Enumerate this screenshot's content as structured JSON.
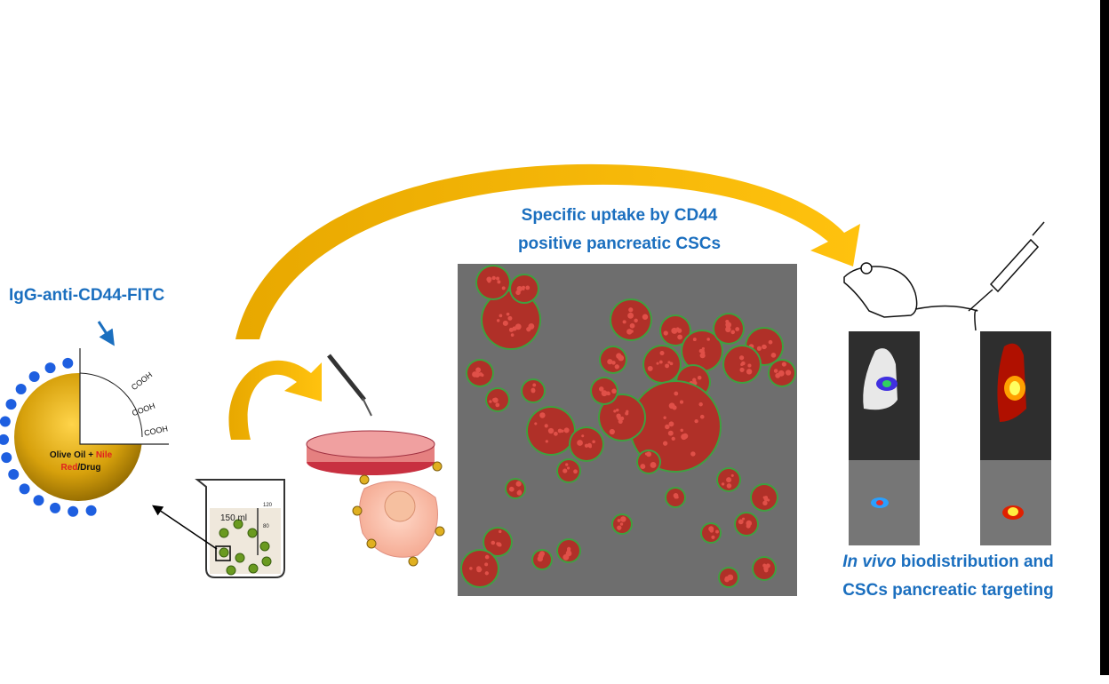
{
  "nanoparticle": {
    "antibody_label": "IgG-anti-CD44-FITC",
    "core_label_part1": "Olive Oil + ",
    "core_label_red1": "Nile",
    "core_label_red2": "Red",
    "core_label_part2": "/Drug",
    "chem_groups": [
      "COOH",
      "COOH",
      "COOH"
    ]
  },
  "beaker": {
    "volume_label": "150 ml",
    "scale_marks": [
      "120",
      "80"
    ]
  },
  "uptake": {
    "title_line1": "Specific uptake by CD44",
    "title_line2": "positive pancreatic CSCs"
  },
  "invivo": {
    "title_italic": "In vivo",
    "title_rest": " biodistribution and",
    "title_line2": "CSCs pancreatic targeting"
  },
  "colors": {
    "accent_blue": "#1b6fbf",
    "arrow_gold": "#f0b400",
    "nile_red": "#e02020",
    "fitc_green": "#2fbf3a"
  }
}
